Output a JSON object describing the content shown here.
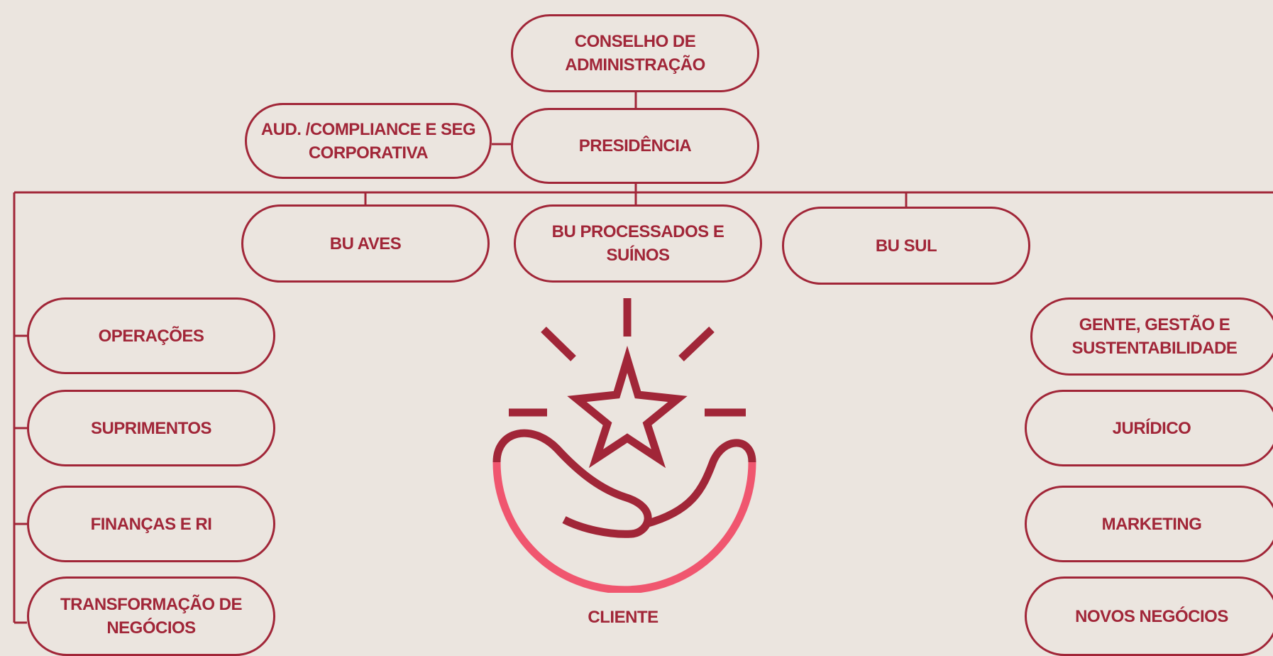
{
  "colors": {
    "primary": "#a12638",
    "accent": "#f0566f",
    "background": "#ebe5df"
  },
  "icons": {
    "center_logo": "star-smile-icon"
  },
  "nodes": {
    "conselho": "CONSELHO DE\nADMINISTRAÇÃO",
    "presidencia": "PRESIDÊNCIA",
    "auditoria": "AUD. /COMPLIANCE E SEG\nCORPORATIVA",
    "bu_aves": "BU AVES",
    "bu_processados": "BU PROCESSADOS E SUÍNOS",
    "bu_sul": "BU SUL",
    "operacoes": "OPERAÇÕES",
    "suprimentos": "SUPRIMENTOS",
    "financas": "FINANÇAS E RI",
    "transformacao": "TRANSFORMAÇÃO DE\nNEGÓCIOS",
    "gente": "GENTE, GESTÃO E\nSUSTENTABILIDADE",
    "juridico": "JURÍDICO",
    "marketing": "MARKETING",
    "novos_negocios": "NOVOS NEGÓCIOS"
  },
  "center": {
    "label": "CLIENTE"
  }
}
